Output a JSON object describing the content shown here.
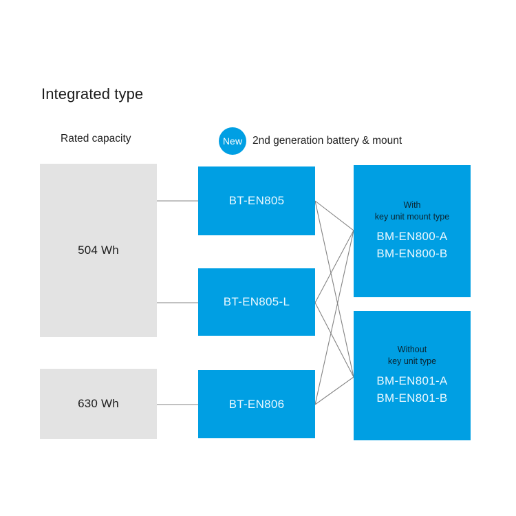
{
  "diagram": {
    "title": "Integrated type",
    "headers": {
      "capacity_column": "Rated capacity",
      "new_badge": "New",
      "legend_label": "2nd generation battery & mount"
    },
    "colors": {
      "blue": "#009fe3",
      "gray": "#e3e3e3",
      "connector": "#838383",
      "text": "#1c1c1c",
      "model_text": "#eaf8ff"
    },
    "capacity_nodes": [
      {
        "id": "cap-504",
        "label": "504 Wh"
      },
      {
        "id": "cap-630",
        "label": "630 Wh"
      }
    ],
    "battery_nodes": [
      {
        "id": "bt-en805",
        "label": "BT-EN805"
      },
      {
        "id": "bt-en805-l",
        "label": "BT-EN805-L"
      },
      {
        "id": "bt-en806",
        "label": "BT-EN806"
      }
    ],
    "mount_nodes": [
      {
        "id": "bm-en800",
        "subtitle_line1": "With",
        "subtitle_line2": "key unit mount type",
        "models": [
          "BM-EN800-A",
          "BM-EN800-B"
        ]
      },
      {
        "id": "bm-en801",
        "subtitle_line1": "Without",
        "subtitle_line2": "key unit type",
        "models": [
          "BM-EN801-A",
          "BM-EN801-B"
        ]
      }
    ],
    "connections": [
      {
        "from": "cap-504",
        "to": "bt-en805"
      },
      {
        "from": "cap-504",
        "to": "bt-en805-l"
      },
      {
        "from": "cap-630",
        "to": "bt-en806"
      },
      {
        "from": "bt-en805",
        "to": "bm-en800"
      },
      {
        "from": "bt-en805",
        "to": "bm-en801"
      },
      {
        "from": "bt-en805-l",
        "to": "bm-en800"
      },
      {
        "from": "bt-en805-l",
        "to": "bm-en801"
      },
      {
        "from": "bt-en806",
        "to": "bm-en800"
      },
      {
        "from": "bt-en806",
        "to": "bm-en801"
      }
    ]
  }
}
